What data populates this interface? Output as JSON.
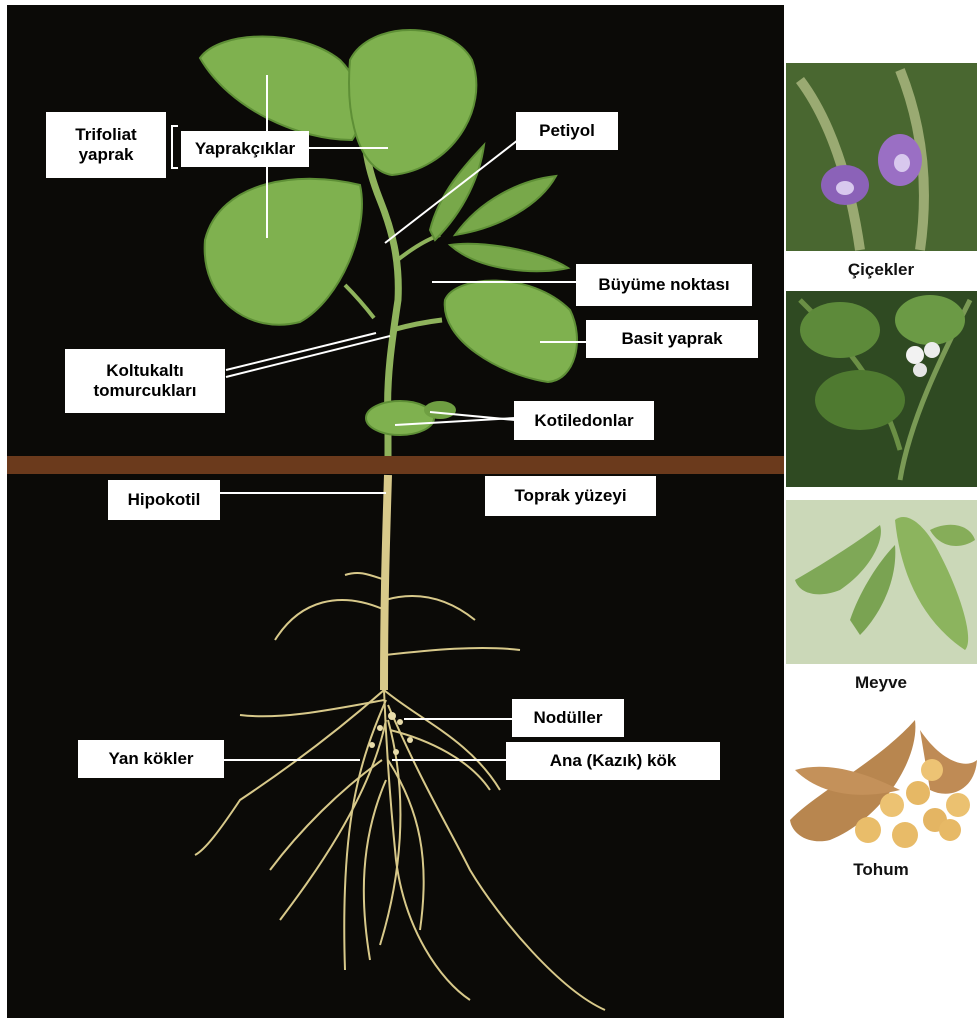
{
  "labels": {
    "trifoliate_leaf": "Trifoliat\nyaprak",
    "leaflets": "Yaprakçıklar",
    "petiole": "Petiyol",
    "growing_point": "Büyüme noktası",
    "simple_leaf": "Basit yaprak",
    "axillary_buds": "Koltukaltı\ntomurcukları",
    "cotyledons": "Kotiledonlar",
    "hypocotyl": "Hipokotil",
    "soil_surface": "Toprak yüzeyi",
    "nodules": "Nodüller",
    "lateral_roots": "Yan kökler",
    "taproot": "Ana (Kazık) kök"
  },
  "side_panels": {
    "flowers": "Çiçekler",
    "fruit": "Meyve",
    "seed": "Tohum"
  },
  "colors": {
    "background": "#0b0a07",
    "soil_line": "#6b3a1c",
    "leaf": "#7fb14f",
    "root": "#d8c98a"
  }
}
